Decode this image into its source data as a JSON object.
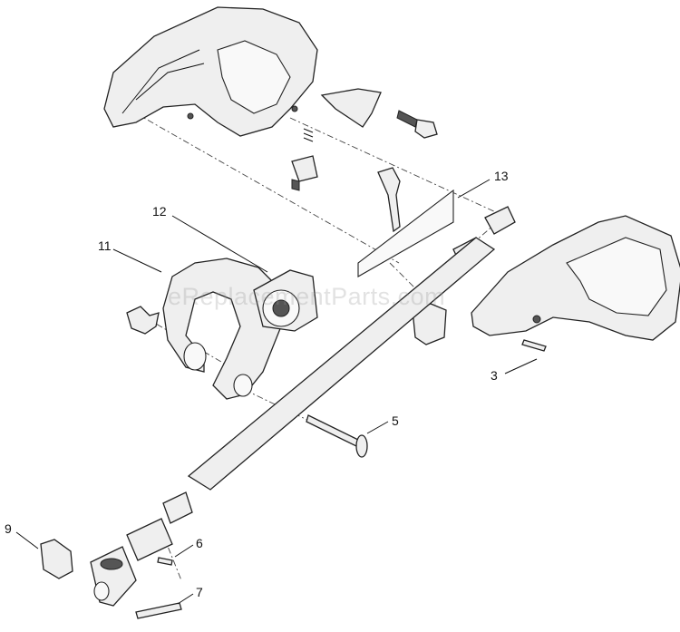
{
  "watermark": "eReplacementParts.com",
  "callouts": [
    {
      "id": "13",
      "label": "13"
    },
    {
      "id": "12",
      "label": "12"
    },
    {
      "id": "11",
      "label": "11"
    },
    {
      "id": "3",
      "label": "3"
    },
    {
      "id": "5",
      "label": "5"
    },
    {
      "id": "9",
      "label": "9"
    },
    {
      "id": "6",
      "label": "6"
    },
    {
      "id": "7",
      "label": "7"
    }
  ]
}
